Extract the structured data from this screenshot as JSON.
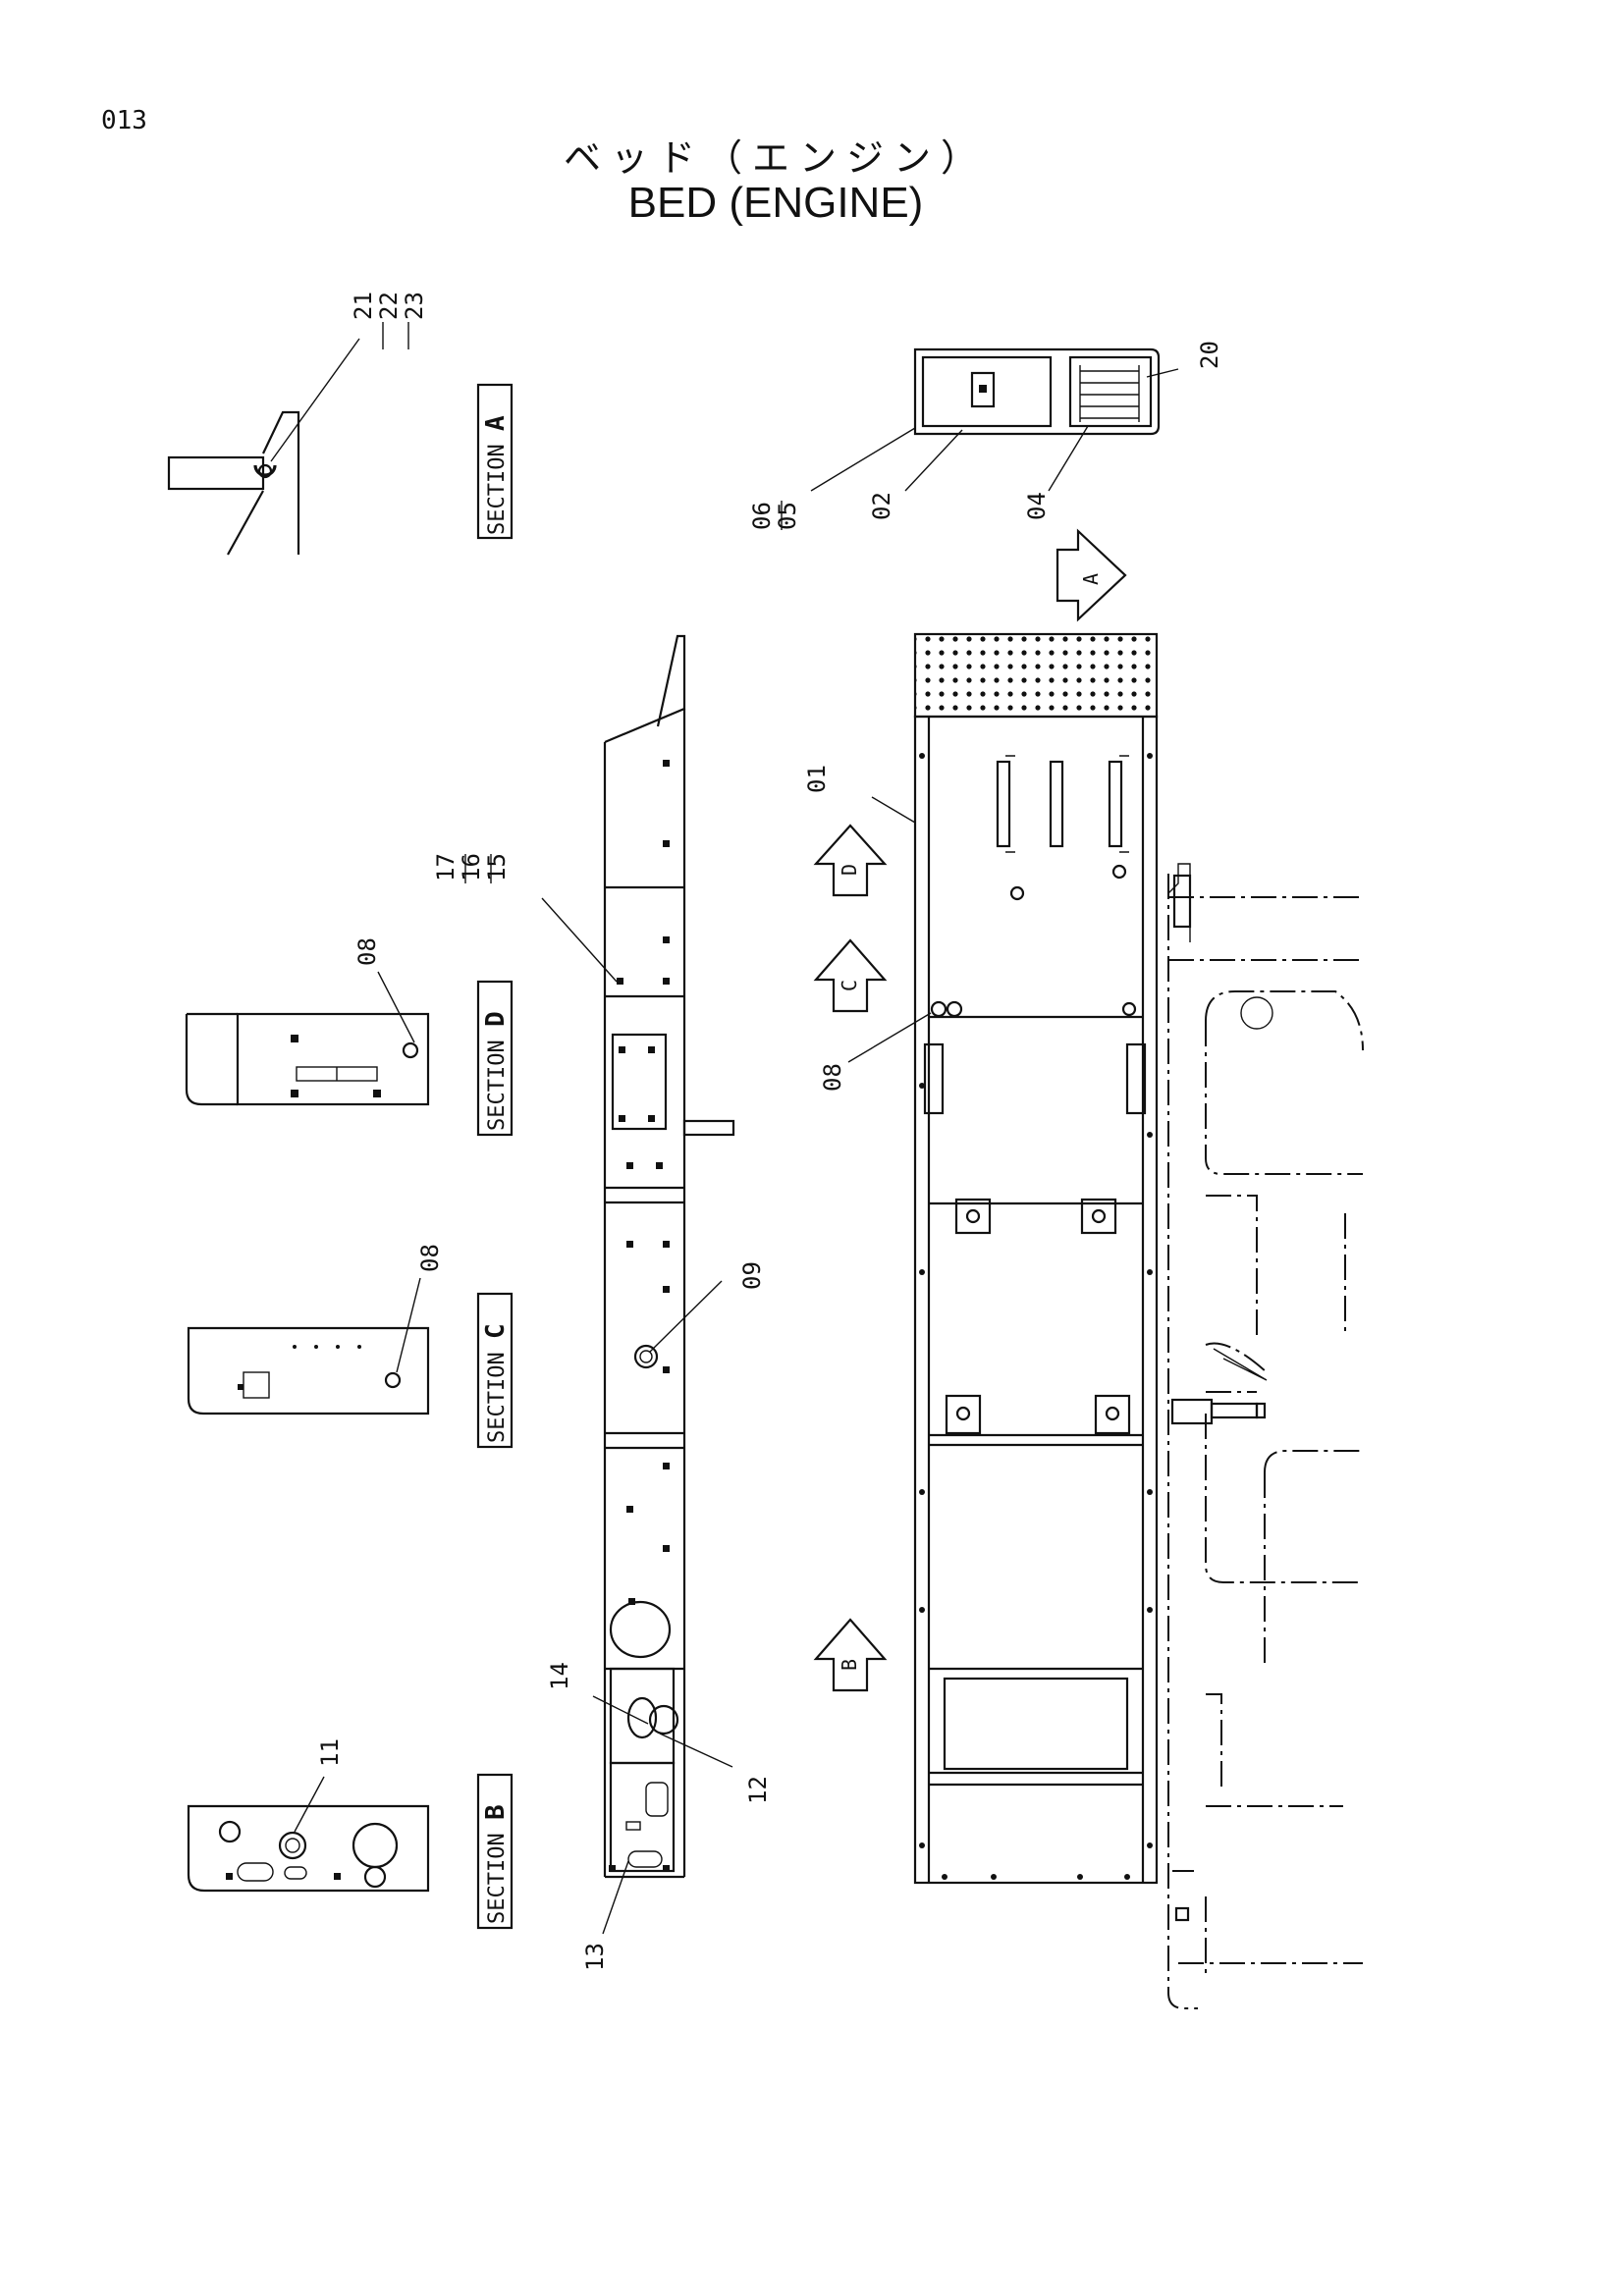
{
  "page_number": "013",
  "title": {
    "japanese": "ベッド（エンジン）",
    "english": "BED (ENGINE)"
  },
  "sections": {
    "a": {
      "prefix": "SECTION ",
      "letter": "A"
    },
    "b": {
      "prefix": "SECTION ",
      "letter": "B"
    },
    "c": {
      "prefix": "SECTION ",
      "letter": "C"
    },
    "d": {
      "prefix": "SECTION ",
      "letter": "D"
    }
  },
  "view_arrows": [
    "A",
    "B",
    "C",
    "D"
  ],
  "callouts": {
    "p01": "01",
    "p02": "02",
    "p04": "04",
    "p05": "05",
    "p06": "06",
    "p08_main": "08",
    "p08_c": "08",
    "p08_d": "08",
    "p09": "09",
    "p11": "11",
    "p12": "12",
    "p13": "13",
    "p14": "14",
    "p15": "15",
    "p16": "16",
    "p17": "17",
    "p20": "20",
    "p21": "21",
    "p22": "22",
    "p23": "23"
  }
}
